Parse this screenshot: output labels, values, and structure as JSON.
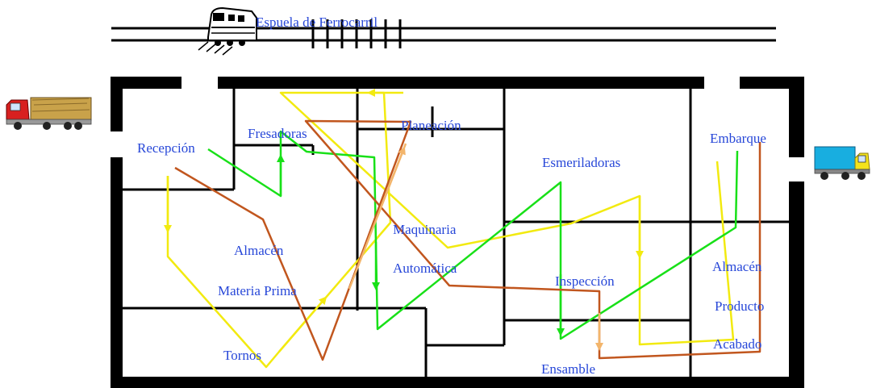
{
  "header": {
    "rail_label": "Espuela de Ferrocarril"
  },
  "areas": {
    "recepcion": "Recepción",
    "fresadoras": "Fresadoras",
    "planeacion": "Planeación",
    "esmeriladoras": "Esmeriladoras",
    "embarque": "Embarque",
    "almacen_mp_1": "Almacén",
    "almacen_mp_2": "Materia Prima",
    "maquinaria_1": "Maquinaria",
    "maquinaria_2": "Automática",
    "inspeccion": "Inspección",
    "almacen_pa_1": "Almacén",
    "almacen_pa_2": "Producto",
    "almacen_pa_3": "Acabado",
    "tornos": "Tornos",
    "ensamble": "Ensamble"
  },
  "icons": {
    "train": "train-icon",
    "truck_left": "red-truck-icon",
    "truck_right": "blue-truck-icon"
  },
  "flows": [
    {
      "name": "yellow-flow",
      "color": "#f2ea10"
    },
    {
      "name": "green-flow",
      "color": "#18e018"
    },
    {
      "name": "brown-flow",
      "color": "#c1561e"
    },
    {
      "name": "orange-flow",
      "color": "#f3b56b"
    }
  ],
  "colors": {
    "walls": "#000000",
    "label": "#2747d8"
  }
}
